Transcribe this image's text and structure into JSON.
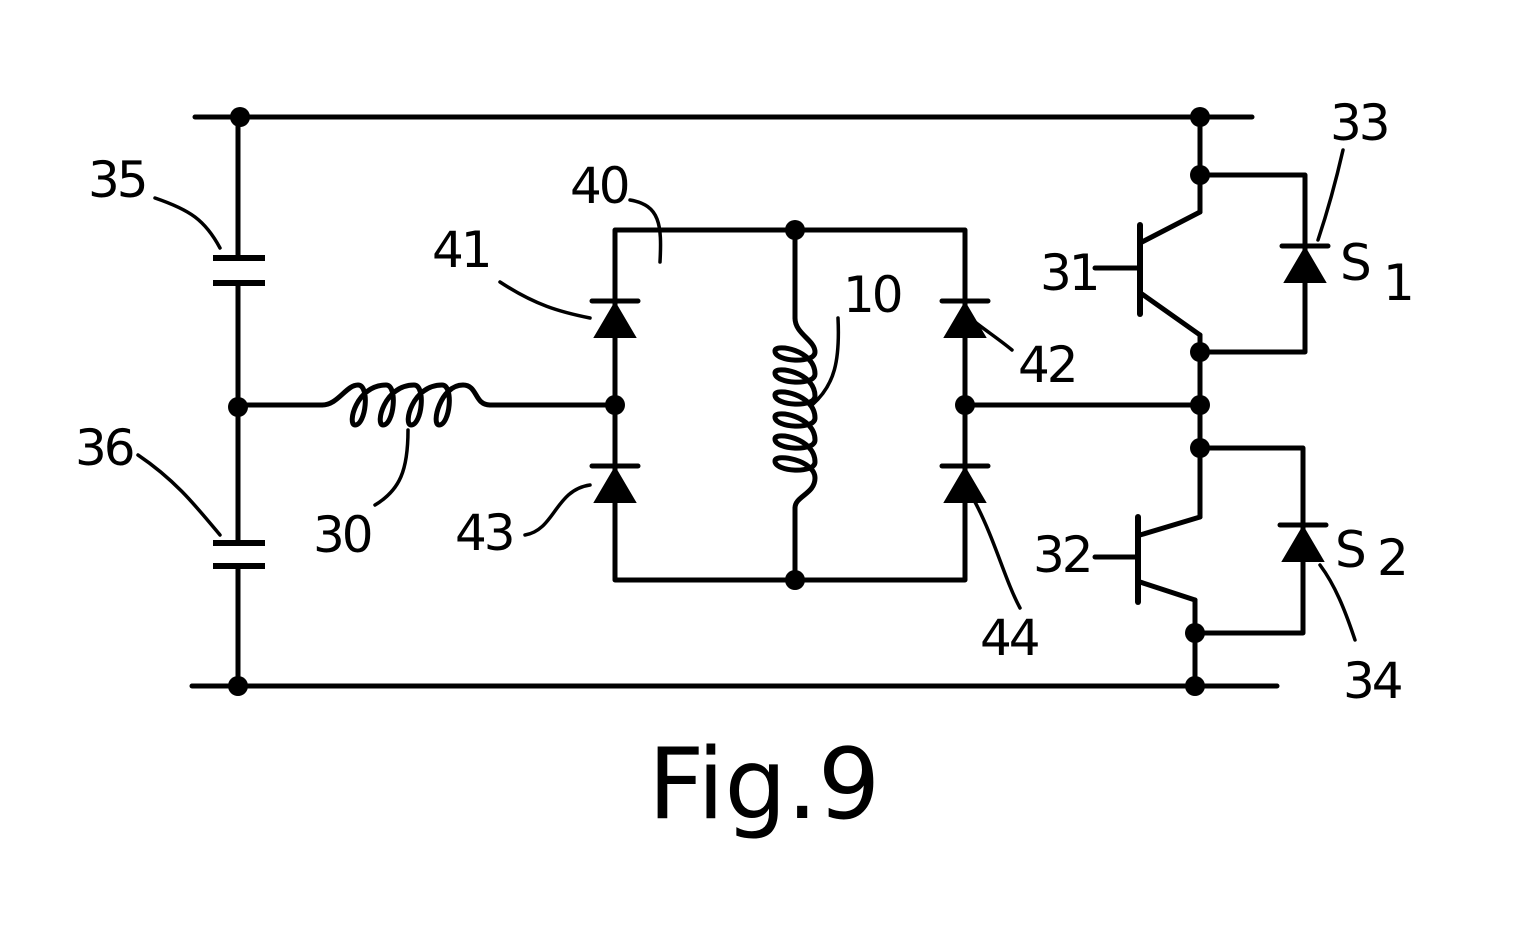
{
  "caption": "Fig.9",
  "labels": {
    "cap_35": "35",
    "cap_36": "36",
    "inductor_30": "30",
    "bridge_40": "40",
    "inductor_10": "10",
    "diode_41": "41",
    "diode_42": "42",
    "diode_43": "43",
    "diode_44": "44",
    "transistor_31": "31",
    "transistor_32": "32",
    "diode_33": "33",
    "diode_34": "34",
    "switch_s1": "S",
    "switch_s1_sub": "1",
    "switch_s2": "S",
    "switch_s2_sub": "2"
  }
}
